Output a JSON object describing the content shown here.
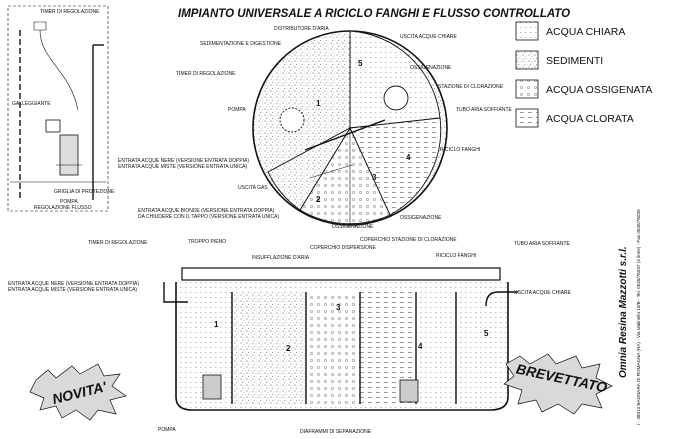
{
  "title": "IMPIANTO UNIVERSALE A RICICLO FANGHI E FLUSSO CONTROLLATO",
  "legend": [
    {
      "label": "ACQUA CHIARA",
      "pattern": "chiara"
    },
    {
      "label": "SEDIMENTI",
      "pattern": "sedimenti"
    },
    {
      "label": "ACQUA OSSIGENATA",
      "pattern": "ossigenata"
    },
    {
      "label": "ACQUA CLORATA",
      "pattern": "clorata"
    }
  ],
  "detail": {
    "timer": "TIMER DI REGOLAZIONE",
    "float": "GALLEGGIANTE",
    "grille": "GRIGLIA DI PROTEZIONE",
    "pump": "POMPA",
    "pump2": "REGOLAZIONE FLUSSO"
  },
  "plan": {
    "air_distributor": "DISTRIBUTORE D'ARIA",
    "sedimentation": "SEDIMENTAZIONE E DIGESTIONE",
    "timer": "TIMER DI REGOLAZIONE",
    "clear_outlet": "USCITA ACQUE CHIARE",
    "oxygenation": "OSSIGENAZIONE",
    "chlorination": "STAZIONE DI CLORAZIONE",
    "air_pipe": "TUBO ARIA SOFFIANTE",
    "pump": "POMPA",
    "sludge_recycle": "RICICLO FANGHI",
    "inlet_black_1": "ENTRATA ACQUE NERE (VERSIONE ENTRATA DOPPIA)",
    "inlet_black_2": "ENTRATA ACQUE MISTE (VERSIONE ENTRATA UNICA)",
    "gas_outlet": "USCITA GAS",
    "inlet_light_1": "ENTRATA ACQUE BIONDE (VERSIONE ENTRATA DOPPIA)",
    "inlet_light_2": "DA CHIUDERE CON IL TAPPO (VERSIONE ENTRATA UNICA)",
    "oxygenation2": "OSSIGENAZIONE",
    "oxygenation3": "OSSIGENAZIONE"
  },
  "section": {
    "timer": "TIMER DI REGOLAZIONE",
    "overflow": "TROPPO PIENO",
    "air_insufflation": "INSUFFLAZIONE D'ARIA",
    "dispersion_cover": "COPERCHIO DISPERSIONE",
    "chlorination_cover": "COPERCHIO STAZIONE DI CLORAZIONE",
    "sludge_recycle": "RICICLO FANGHI",
    "air_pipe": "TUBO ARIA SOFFIANTE",
    "inlet_black_1": "ENTRATA ACQUE NERE (VERSIONE ENTRATA DOPPIA)",
    "inlet_black_2": "ENTRATA ACQUE MISTE (VERSIONE ENTRATA UNICA)",
    "clear_outlet": "USCITA ACQUE CHIARE",
    "pump": "POMPA",
    "diaphragms": "DIAFRAMMI DI SEPARAZIONE"
  },
  "chambers": [
    "1",
    "2",
    "3",
    "4",
    "5"
  ],
  "badges": {
    "novita": "NOVITA'",
    "patented": "BREVETTATO"
  },
  "company": {
    "name": "Omnia Resina Mazzotti s.r.l.",
    "address": "I - 48010 BAGNARA DI ROMAGNA (RA) - Via Malinello 10/B - Tel. 0545/76037 (4 linee) - Fax 0545/76039"
  },
  "colors": {
    "ink": "#111111",
    "paper": "#ffffff",
    "badge": "#d9d9d9"
  }
}
